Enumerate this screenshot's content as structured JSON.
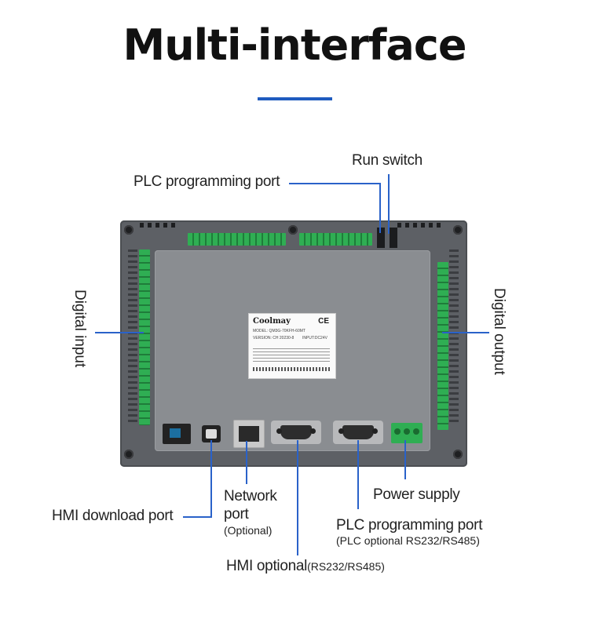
{
  "title": "Multi-interface",
  "labels": {
    "run_switch": "Run switch",
    "plc_programming_port_top": "PLC programming port",
    "digital_input": "Digital input",
    "digital_output": "Digital output",
    "network_port_line1": "Network",
    "network_port_line2": "port",
    "network_port_note": "(Optional)",
    "power_supply": "Power supply",
    "hmi_download_port": "HMI download port",
    "plc_programming_port_bottom": "PLC programming port",
    "plc_programming_port_bottom_note": "(PLC optional RS232/RS485)",
    "hmi_optional": "HMI  optional",
    "hmi_optional_note": "(RS232/RS485)"
  },
  "sticker": {
    "brand": "Coolmay",
    "ce": "CE",
    "model": "MODEL: QM3G-70KFH-60MT",
    "version": "VERSION: CH   20230-8",
    "input": "INPUT:DC24V"
  },
  "colors": {
    "accent_line": "#2a62c9",
    "device_body": "#5d6065",
    "terminal_green": "#2fae53"
  }
}
